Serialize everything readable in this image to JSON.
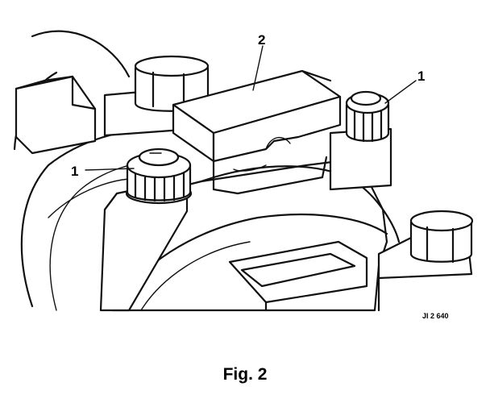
{
  "figure": {
    "callouts": {
      "sensor": "2",
      "nut_left": "1",
      "nut_right": "1"
    },
    "reference_code": "JI 2 640",
    "caption": "Fig. 2"
  }
}
